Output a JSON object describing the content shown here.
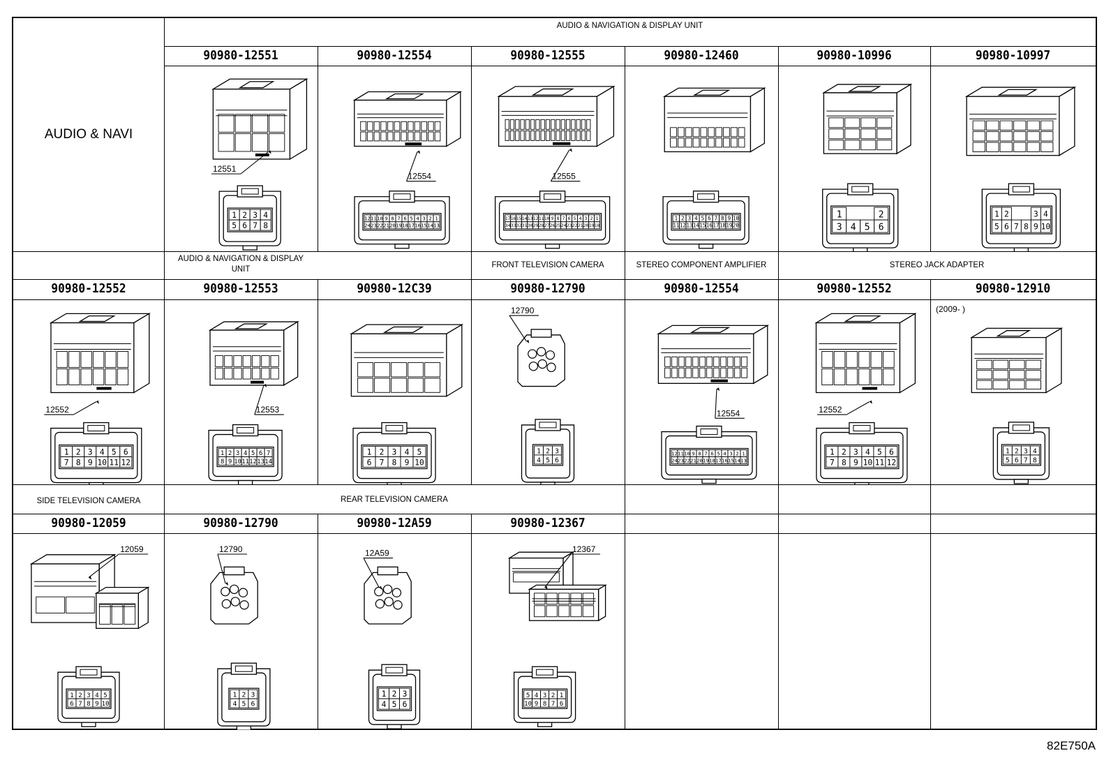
{
  "row_title": "AUDIO & NAVI",
  "drawing_code": "82E750A",
  "row1": {
    "section": "AUDIO & NAVIGATION & DISPLAY UNIT",
    "parts": [
      "90980-12551",
      "90980-12554",
      "90980-12555",
      "90980-12460",
      "90980-10996",
      "90980-10997"
    ],
    "callouts": [
      "12551",
      "12554",
      "12555",
      "",
      "",
      ""
    ]
  },
  "row2": {
    "sections": [
      "AUDIO & NAVIGATION & DISPLAY UNIT",
      "FRONT TELEVISION CAMERA",
      "STEREO COMPONENT AMPLIFIER",
      "STEREO JACK ADAPTER"
    ],
    "parts": [
      "90980-12552",
      "90980-12553",
      "90980-12C39",
      "90980-12790",
      "90980-12554",
      "90980-12552",
      "90980-12910"
    ],
    "callouts": [
      "12552",
      "12553",
      "",
      "12790",
      "12554",
      "12552",
      ""
    ],
    "note": "(2009-      )"
  },
  "row3": {
    "sections": [
      "SIDE TELEVISION CAMERA",
      "REAR TELEVISION CAMERA"
    ],
    "parts": [
      "90980-12059",
      "90980-12790",
      "90980-12A59",
      "90980-12367"
    ],
    "callouts": [
      "12059",
      "12790",
      "12A59",
      "12367"
    ]
  },
  "pin_faces": {
    "p12551": [
      [
        "1",
        "2",
        "3",
        "4"
      ],
      [
        "5",
        "6",
        "7",
        "8"
      ]
    ],
    "p12554": [
      [
        "12",
        "11",
        "10",
        "9",
        "8",
        "7",
        "6",
        "5",
        "4",
        "3",
        "2",
        "1"
      ],
      [
        "24",
        "23",
        "22",
        "21",
        "20",
        "19",
        "18",
        "17",
        "16",
        "15",
        "14",
        "13"
      ]
    ],
    "p12555": [
      [
        "17",
        "16",
        "15",
        "14",
        "13",
        "12",
        "11",
        "10",
        "9",
        "8",
        "7",
        "6",
        "5",
        "4",
        "3",
        "2",
        "1"
      ],
      [
        "34",
        "33",
        "32",
        "31",
        "30",
        "29",
        "28",
        "27",
        "26",
        "25",
        "24",
        "23",
        "22",
        "21",
        "20",
        "19",
        "18"
      ]
    ],
    "p12460": [
      [
        "1",
        "2",
        "3",
        "4",
        "5",
        "6",
        "7",
        "8",
        "9",
        "10"
      ],
      [
        "11",
        "12",
        "13",
        "14",
        "15",
        "16",
        "17",
        "18",
        "19",
        "20"
      ]
    ],
    "p10996": [
      [
        "1",
        "",
        "",
        "2"
      ],
      [
        "3",
        "4",
        "5",
        "6"
      ]
    ],
    "p10997": [
      [
        "1",
        "2",
        "",
        "",
        "3",
        "4"
      ],
      [
        "5",
        "6",
        "7",
        "8",
        "9",
        "10"
      ]
    ],
    "p12552": [
      [
        "1",
        "2",
        "3",
        "4",
        "5",
        "6"
      ],
      [
        "7",
        "8",
        "9",
        "10",
        "11",
        "12"
      ]
    ],
    "p12553": [
      [
        "1",
        "2",
        "3",
        "4",
        "5",
        "6",
        "7"
      ],
      [
        "8",
        "9",
        "10",
        "11",
        "12",
        "13",
        "14"
      ]
    ],
    "p12C39": [
      [
        "1",
        "2",
        "3",
        "4",
        "5"
      ],
      [
        "6",
        "7",
        "8",
        "9",
        "10"
      ]
    ],
    "p12790": [
      [
        "1",
        "2",
        "3"
      ],
      [
        "4",
        "5",
        "6"
      ]
    ],
    "p12910": [
      [
        "1",
        "2",
        "3",
        "4"
      ],
      [
        "5",
        "6",
        "7",
        "8"
      ]
    ],
    "p12059": [
      [
        "1",
        "2",
        "3",
        "4",
        "5"
      ],
      [
        "6",
        "7",
        "8",
        "9",
        "10"
      ]
    ],
    "p12A59": [
      [
        "1",
        "2",
        "3"
      ],
      [
        "4",
        "5",
        "6"
      ]
    ],
    "p12367": [
      [
        "5",
        "4",
        "3",
        "2",
        "1"
      ],
      [
        "10",
        "9",
        "8",
        "7",
        "6"
      ]
    ]
  }
}
